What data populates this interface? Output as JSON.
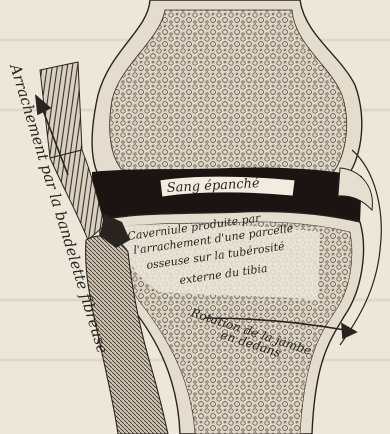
{
  "labels": {
    "avulsion": "Arrachement par la bandelette fibreuse",
    "blood": "Sang épanché",
    "cavity": [
      "Caverniule produite par",
      "l'arrachement d'une parcelle",
      "osseuse sur la tubérosité",
      "externe du tibia"
    ],
    "rotation": [
      "Rotation de la jambe",
      "en dedans"
    ]
  },
  "colors": {
    "paper": "#ede7d9",
    "ink": "#2a2420",
    "bone": "#d9d1c1",
    "blood": "#1a1512"
  }
}
